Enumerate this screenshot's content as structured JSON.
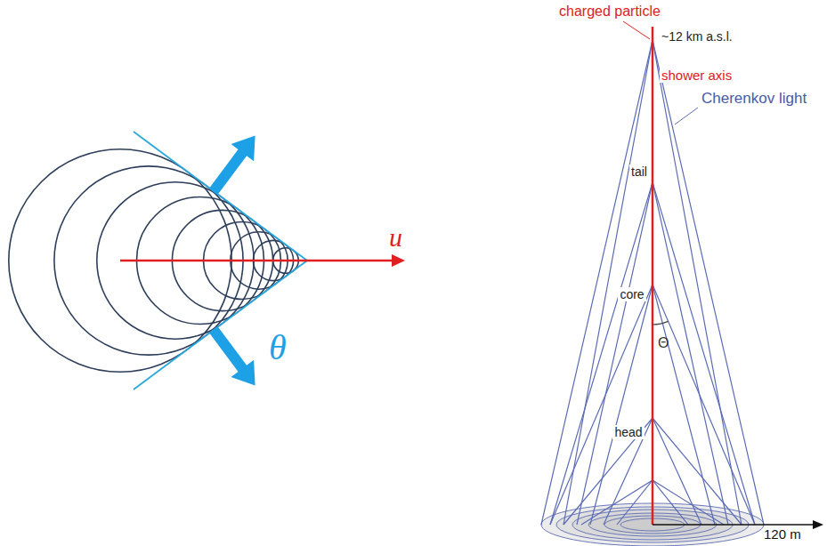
{
  "diagram": {
    "labels": [
      "u",
      "θ",
      "charged particle",
      "~12 km a.s.l.",
      "shower axis",
      "tail",
      "Cherenkov light",
      "Θ",
      "core",
      "head",
      "120 m"
    ]
  }
}
